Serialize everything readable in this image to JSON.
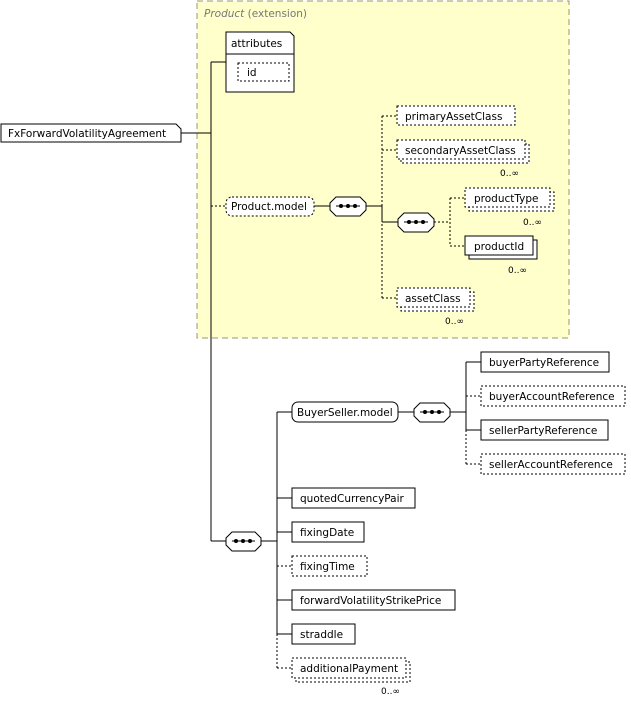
{
  "root": {
    "label": "FxForwardVolatilityAgreement"
  },
  "extension": {
    "base": "Product",
    "suffix": "(extension)"
  },
  "attributes": {
    "title": "attributes",
    "items": [
      "id"
    ]
  },
  "product_model": {
    "label": "Product.model",
    "children": {
      "primaryAssetClass": "primaryAssetClass",
      "secondaryAssetClass": "secondaryAssetClass",
      "secondaryAssetClass_card": "0..∞",
      "productType": "productType",
      "productType_card": "0..∞",
      "productId": "productId",
      "productId_card": "0..∞",
      "assetClass": "assetClass",
      "assetClass_card": "0..∞"
    }
  },
  "buyer_seller_model": {
    "label": "BuyerSeller.model",
    "children": [
      "buyerPartyReference",
      "buyerAccountReference",
      "sellerPartyReference",
      "sellerAccountReference"
    ]
  },
  "sequence_elements": {
    "quotedCurrencyPair": "quotedCurrencyPair",
    "fixingDate": "fixingDate",
    "fixingTime": "fixingTime",
    "forwardVolatilityStrikePrice": "forwardVolatilityStrikePrice",
    "straddle": "straddle",
    "additionalPayment": "additionalPayment",
    "additionalPayment_card": "0..∞"
  }
}
